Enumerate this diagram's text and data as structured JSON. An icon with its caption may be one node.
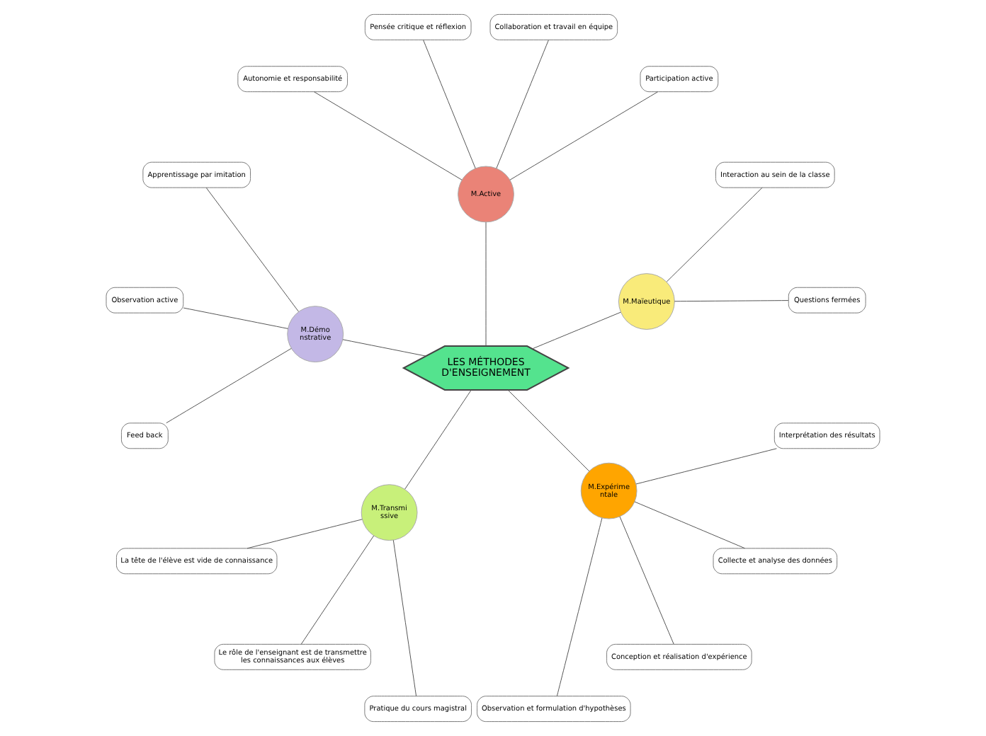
{
  "diagram": {
    "nodes": [
      {
        "text": [
          "LES MÉTHODES D'ENSEIGNEMENT"
        ]
      },
      {
        "text": [
          "M.Maïeutique"
        ]
      },
      {
        "text": [
          "Questions fermées"
        ]
      },
      {
        "text": [
          "Interaction au sein de la classe"
        ]
      },
      {
        "text": [
          "M.Active"
        ]
      },
      {
        "text": [
          "Participation active"
        ]
      },
      {
        "text": [
          "Collaboration et travail en équipe"
        ]
      },
      {
        "text": [
          "Pensée critique et réflexion"
        ]
      },
      {
        "text": [
          "Autonomie et responsabilité"
        ]
      },
      {
        "text": [
          "M.Démo nstrative"
        ]
      },
      {
        "text": [
          "Apprentissage par imitation"
        ]
      },
      {
        "text": [
          "Observation active"
        ]
      },
      {
        "text": [
          "Feed back"
        ]
      },
      {
        "text": [
          "M.Transmi ssive"
        ]
      },
      {
        "text": [
          "La tête de l'élève est vide de connaissance"
        ]
      },
      {
        "text": [
          "Le rôle de l'enseignant est de transmettre les connaissances aux élèves"
        ]
      },
      {
        "text": [
          "Pratique du cours magistral"
        ]
      },
      {
        "text": [
          "M.Expérime ntale"
        ]
      },
      {
        "text": [
          "Observation et formulation d'hypothèses"
        ]
      },
      {
        "text": [
          "Conception et réalisation d'expérience"
        ]
      },
      {
        "text": [
          "Collecte et analyse des données"
        ]
      },
      {
        "text": [
          "Interprétation des résultats"
        ]
      }
    ],
    "edges": [
      {
        "from": 0,
        "to": 1,
        "arrow": "none"
      },
      {
        "from": 1,
        "to": 2,
        "arrow": "none"
      },
      {
        "from": 1,
        "to": 3,
        "arrow": "none"
      },
      {
        "from": 0,
        "to": 4,
        "arrow": "none"
      },
      {
        "from": 4,
        "to": 5,
        "arrow": "none"
      },
      {
        "from": 4,
        "to": 6,
        "arrow": "none"
      },
      {
        "from": 4,
        "to": 7,
        "arrow": "none"
      },
      {
        "from": 4,
        "to": 8,
        "arrow": "none"
      },
      {
        "from": 0,
        "to": 9,
        "arrow": "none"
      },
      {
        "from": 9,
        "to": 10,
        "arrow": "none"
      },
      {
        "from": 9,
        "to": 11,
        "arrow": "none"
      },
      {
        "from": 9,
        "to": 12,
        "arrow": "none"
      },
      {
        "from": 0,
        "to": 13,
        "arrow": "none"
      },
      {
        "from": 13,
        "to": 14,
        "arrow": "none"
      },
      {
        "from": 13,
        "to": 15,
        "arrow": "none"
      },
      {
        "from": 13,
        "to": 16,
        "arrow": "none"
      },
      {
        "from": 0,
        "to": 17,
        "arrow": "none"
      },
      {
        "from": 17,
        "to": 18,
        "arrow": "none"
      },
      {
        "from": 17,
        "to": 19,
        "arrow": "none"
      },
      {
        "from": 17,
        "to": 20,
        "arrow": "none"
      },
      {
        "from": 17,
        "to": 21,
        "arrow": "none"
      }
    ]
  }
}
